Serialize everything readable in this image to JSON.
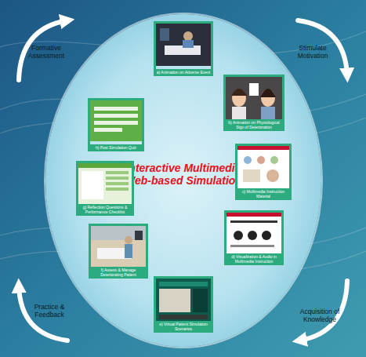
{
  "diagram": {
    "nodes": [
      {
        "text": [
          "Interactive Multimedia Web-based Simulation"
        ]
      },
      {
        "text": [
          "a) Animation on Adverse Event"
        ],
        "in": 0
      },
      {
        "text": [
          "b) Animation on Physiological Sign of Deterioration"
        ],
        "in": 0
      },
      {
        "text": [
          "c) Multimedia Instruction Material"
        ],
        "in": 0
      },
      {
        "text": [
          "d) Visualization & Audio in Multimedia Instruction"
        ],
        "in": 0
      },
      {
        "text": [
          "e) Virtual Patient Simulation Scenarios"
        ],
        "in": 0
      },
      {
        "text": [
          "f) Assess & Manage Deteriorating Patient"
        ],
        "in": 0
      },
      {
        "text": [
          "g) Reflection Questions & Performance Checklist"
        ],
        "in": 0
      },
      {
        "text": [
          "h) Post Simulation Quiz"
        ],
        "in": 0
      }
    ],
    "labels": [
      "Formative Assessment",
      "Stimulate Motivation",
      "Acquisition of Knowledge",
      "Practice & Feedback"
    ]
  }
}
